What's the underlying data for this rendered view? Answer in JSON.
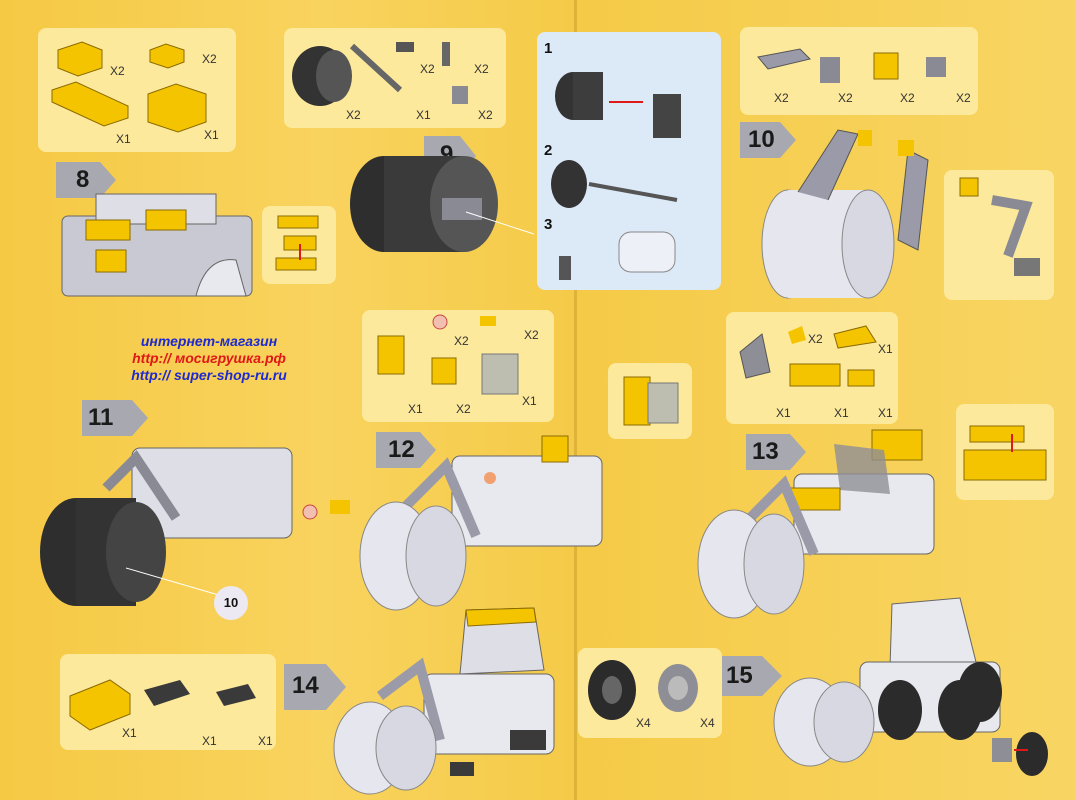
{
  "steps": {
    "s8": {
      "num": "8",
      "parts": [
        "X2",
        "X2",
        "X1",
        "X1"
      ]
    },
    "s9": {
      "num": "9",
      "parts": [
        "X2",
        "X2",
        "X1",
        "X2",
        "X2"
      ],
      "substeps": [
        "1",
        "2",
        "3"
      ]
    },
    "s10": {
      "num": "10",
      "parts": [
        "X2",
        "X2",
        "X2",
        "X2"
      ]
    },
    "s11": {
      "num": "11",
      "callout": "10"
    },
    "s12": {
      "num": "12",
      "parts": [
        "X2",
        "X2",
        "X1",
        "X2",
        "X1"
      ]
    },
    "s13": {
      "num": "13",
      "parts": [
        "X2",
        "X1",
        "X1",
        "X1",
        "X1"
      ]
    },
    "s14": {
      "num": "14",
      "parts": [
        "X1",
        "X1",
        "X1"
      ]
    },
    "s15": {
      "num": "15",
      "parts": [
        "X4",
        "X4"
      ]
    }
  },
  "shop": {
    "line1": "интернет-магазин",
    "line2": "http:// мосигрушка.рф",
    "line3": "http:// super-shop-ru.ru"
  },
  "colors": {
    "background": "#f7cf55",
    "brick_yellow": "#f5c400",
    "brick_grey": "#b9b9c4",
    "wheel_black": "#333333"
  }
}
